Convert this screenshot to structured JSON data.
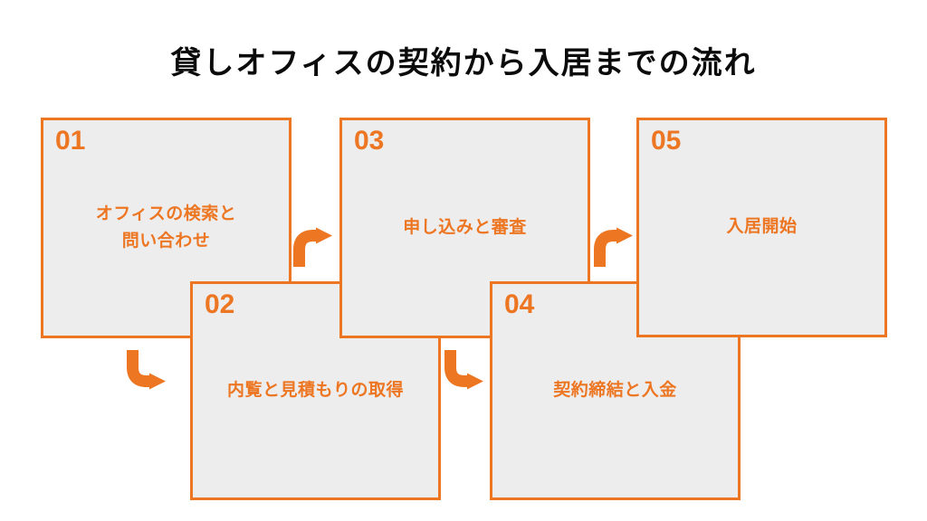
{
  "page": {
    "title": "貸しオフィスの契約から入居までの流れ"
  },
  "colors": {
    "accent": "#ED7623",
    "box_fill": "#EDEDED",
    "title_color": "#0B0B0B",
    "page_bg": "#FFFFFF"
  },
  "steps": [
    {
      "number": "01",
      "label": "オフィスの検索と\n問い合わせ"
    },
    {
      "number": "02",
      "label": "内覧と見積もりの取得"
    },
    {
      "number": "03",
      "label": "申し込みと審査"
    },
    {
      "number": "04",
      "label": "契約締結と入金"
    },
    {
      "number": "05",
      "label": "入居開始"
    }
  ],
  "arrows": [
    {
      "from": "01",
      "to": "02",
      "direction": "down-right"
    },
    {
      "from": "02",
      "to": "03",
      "direction": "up-right"
    },
    {
      "from": "03",
      "to": "04",
      "direction": "down-right"
    },
    {
      "from": "04",
      "to": "05",
      "direction": "up-right"
    }
  ]
}
